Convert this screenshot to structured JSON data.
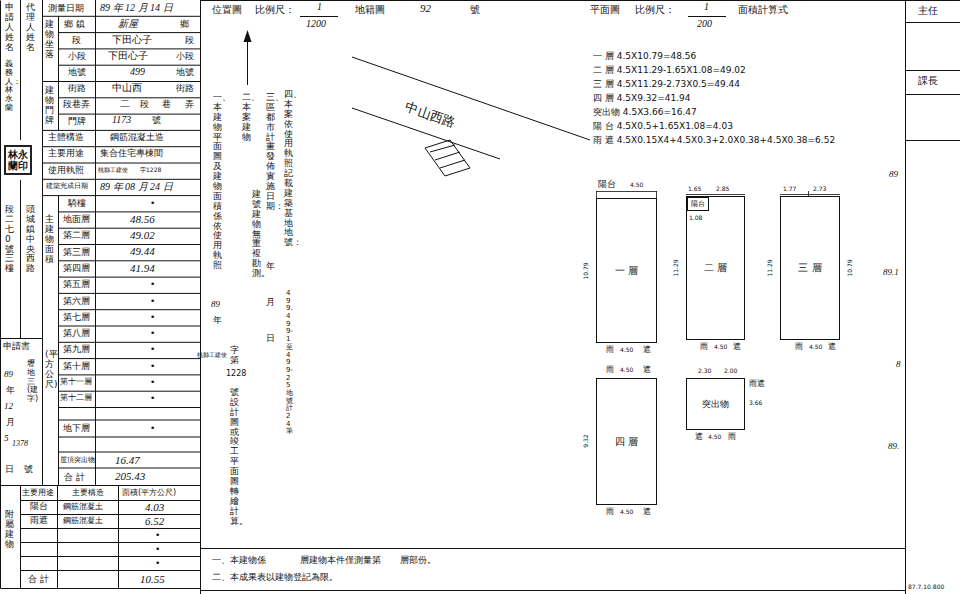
{
  "diagram": {
    "nodes": [
      {
        "text": [
          "一 層"
        ]
      },
      {
        "text": [
          "二 層"
        ]
      },
      {
        "text": [
          "陽台"
        ],
        "in": 1
      },
      {
        "text": [
          "三 層"
        ]
      },
      {
        "text": [
          "四 層"
        ]
      },
      {
        "text": [
          "突出物"
        ]
      }
    ],
    "labels": [
      "位置圖",
      "比例尺：",
      "1",
      "1200",
      "地籍圖",
      "92",
      "號",
      "平面圖",
      "比例尺：",
      "1",
      "200",
      "面積計算式",
      "一 層 4.5X10.79=48.56",
      "二 層 4.5X11.29-1.65X1.08=49.02",
      "三 層 4.5X11.29-2.73X0.5=49.44",
      "四 層 4.5X9.32=41.94",
      "突出物 4.5X3.66=16.47",
      "陽 台 4.5X0.5+1.65X1.08=4.03",
      "雨 遮 4.5X0.15X4+4.5X0.3+2.0X0.38+4.5X0.38=6.52",
      "中山西路",
      "一、本建物平面圖及建物面積係依使用執照",
      "89",
      "年",
      "桃縣工建使",
      "字第",
      "1228",
      "號設計圖或竣工平面圖轉繪計算。",
      "二、本案建物",
      "建號建物無重複勘測。",
      "三、區都市計畫發佈實施日期：",
      "年",
      "月",
      "日",
      "四、本案依使用執照記載建築基地地號：",
      "499.499-1至499-25地號計24筆",
      "一、本建物係",
      "層建物本件僅測量第",
      "層部份。",
      "二、本成果表以建物登記為限。",
      "陽台",
      "4.50",
      "10.79",
      "雨",
      "4.50",
      "遮",
      "1.65",
      "2.85",
      "1.08",
      "11.29",
      "雨",
      "4.50",
      "遮",
      "1.77",
      "2.73",
      "11.29",
      "10.79",
      "雨",
      "4.50",
      "遮",
      "雨",
      "4.50",
      "遮",
      "9.32",
      "雨",
      "4.50",
      "遮",
      "2.30",
      "2.00",
      "雨遮",
      "3.66",
      "遮",
      "4.50",
      "雨",
      "主任",
      "課長",
      "89",
      "89.1",
      "8",
      "89.",
      "87.7.10.800",
      "申請人姓名",
      "義務人：林永蘭",
      "代理人姓名",
      "林永蘭印",
      "段二七0號三樓",
      "頭城鎮中央西路",
      "申請書",
      "89",
      "年",
      "12",
      "月",
      "5",
      "1378",
      "日",
      "號",
      "壢地三(建字)",
      "建物坐落",
      "建物門牌",
      "主建物面積",
      "(平方公尺)",
      "測量日期",
      "鄉 鎮",
      "段",
      "小段",
      "地號",
      "街路",
      "段巷弄",
      "門牌",
      "主體構造",
      "主要用途",
      "使用執照",
      "建築完成日期",
      "騎樓",
      "地面層",
      "第二層",
      "第三層",
      "第四層",
      "第五層",
      "第六層",
      "第七層",
      "第八層",
      "第九層",
      "第十層",
      "第十一層",
      "第十二層",
      "地下層",
      "屋頂突出物",
      "合 計",
      "89 年 12 月 14 日",
      "新屋",
      "鄉",
      "下田心子",
      "段",
      "下田心子",
      "小段",
      "499",
      "地號",
      "中山西",
      "街路",
      "二",
      "段",
      "巷",
      "弄",
      "1173",
      "號",
      "鋼筋混凝土造",
      "集合住宅專棟間",
      "桃縣工建使",
      "字1228",
      "89 年 08 月 24 日",
      "•",
      "48.56",
      "49.02",
      "49.44",
      "41.94",
      "•",
      "•",
      "•",
      "•",
      "•",
      "•",
      "•",
      "•",
      "•",
      "16.47",
      "205.43",
      "附屬建物",
      "主要用途",
      "主要構造",
      "面積(平方公尺)",
      "陽台",
      "鋼筋混凝土",
      "4.03",
      "雨遮",
      "鋼筋混凝土",
      "6.52",
      "•",
      "•",
      "•",
      "合 計",
      "10.55"
    ]
  }
}
